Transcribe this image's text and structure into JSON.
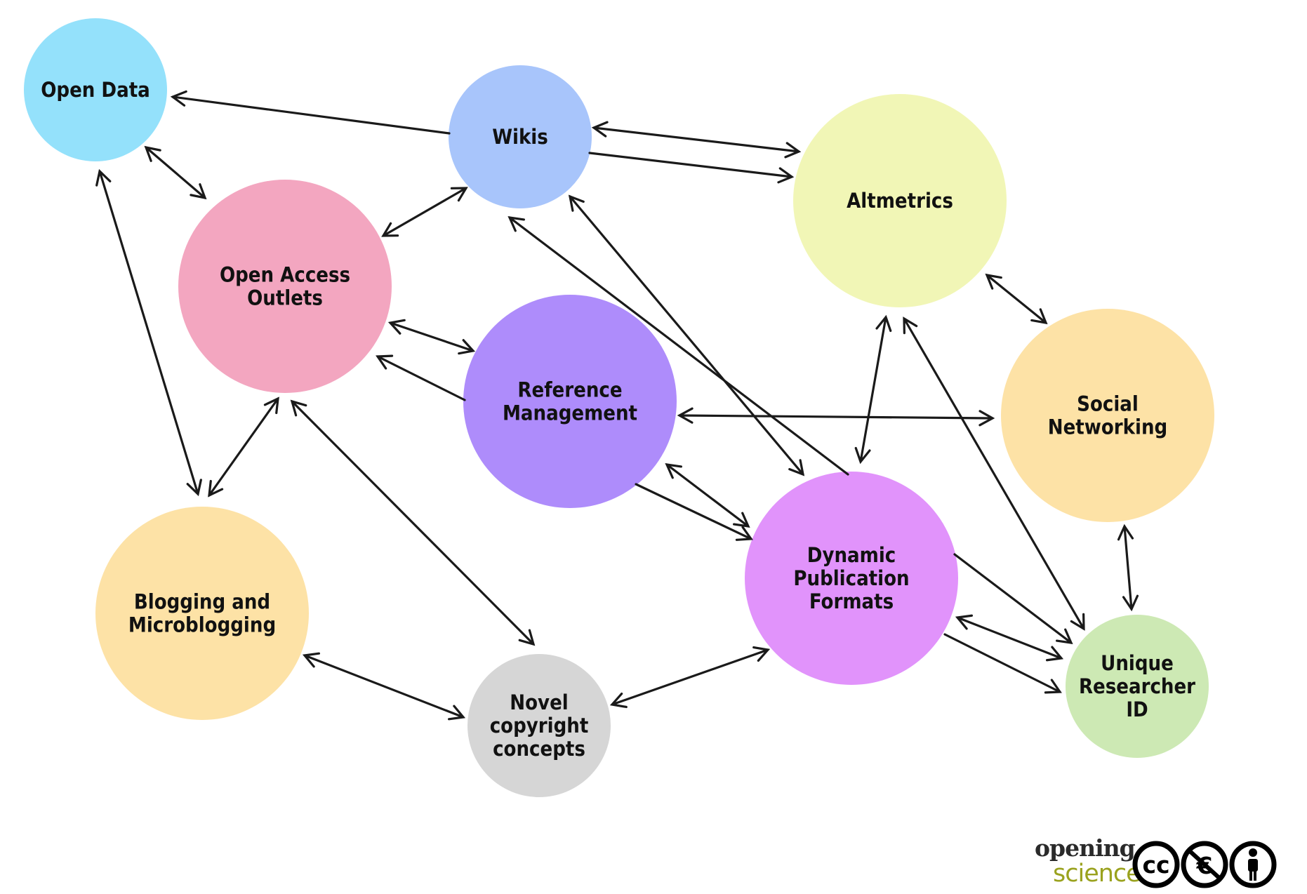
{
  "nodes": [
    {
      "id": "open-data",
      "lines": [
        "Open Data"
      ],
      "color": "#94e1fb"
    },
    {
      "id": "wikis",
      "lines": [
        "Wikis"
      ],
      "color": "#a8c5fb"
    },
    {
      "id": "altmetrics",
      "lines": [
        "Altmetrics"
      ],
      "color": "#f1f6b6"
    },
    {
      "id": "open-access-outlets",
      "lines": [
        "Open Access",
        "Outlets"
      ],
      "color": "#f3a6c0"
    },
    {
      "id": "reference-management",
      "lines": [
        "Reference",
        "Management"
      ],
      "color": "#ae8cfb"
    },
    {
      "id": "social-networking",
      "lines": [
        "Social",
        "Networking"
      ],
      "color": "#fde2a6"
    },
    {
      "id": "blogging-and-microblogging",
      "lines": [
        "Blogging and",
        "Microblogging"
      ],
      "color": "#fde2a6"
    },
    {
      "id": "novel-copyright-concepts",
      "lines": [
        "Novel",
        "copyright",
        "concepts"
      ],
      "color": "#d6d6d6"
    },
    {
      "id": "dynamic-publication-formats",
      "lines": [
        "Dynamic",
        "Publication",
        "Formats"
      ],
      "color": "#e193fb"
    },
    {
      "id": "unique-researcher-id",
      "lines": [
        "Unique",
        "Researcher",
        "ID"
      ],
      "color": "#cde9b4"
    }
  ],
  "edges": [
    {
      "from": "wikis",
      "to": "open-data",
      "direction": "forward"
    },
    {
      "from": "open-data",
      "to": "open-access-outlets",
      "direction": "both"
    },
    {
      "from": "open-data",
      "to": "blogging-and-microblogging",
      "direction": "both"
    },
    {
      "from": "open-access-outlets",
      "to": "wikis",
      "direction": "both"
    },
    {
      "from": "wikis",
      "to": "altmetrics",
      "direction": "both"
    },
    {
      "from": "wikis",
      "to": "altmetrics",
      "direction": "forward"
    },
    {
      "from": "dynamic-publication-formats",
      "to": "wikis",
      "direction": "forward"
    },
    {
      "from": "wikis",
      "to": "dynamic-publication-formats",
      "direction": "both"
    },
    {
      "from": "open-access-outlets",
      "to": "reference-management",
      "direction": "both"
    },
    {
      "from": "reference-management",
      "to": "open-access-outlets",
      "direction": "forward"
    },
    {
      "from": "open-access-outlets",
      "to": "blogging-and-microblogging",
      "direction": "both"
    },
    {
      "from": "open-access-outlets",
      "to": "novel-copyright-concepts",
      "direction": "both"
    },
    {
      "from": "reference-management",
      "to": "social-networking",
      "direction": "both"
    },
    {
      "from": "reference-management",
      "to": "dynamic-publication-formats",
      "direction": "both"
    },
    {
      "from": "reference-management",
      "to": "dynamic-publication-formats",
      "direction": "forward"
    },
    {
      "from": "altmetrics",
      "to": "social-networking",
      "direction": "both"
    },
    {
      "from": "altmetrics",
      "to": "dynamic-publication-formats",
      "direction": "both"
    },
    {
      "from": "altmetrics",
      "to": "unique-researcher-id",
      "direction": "both"
    },
    {
      "from": "social-networking",
      "to": "unique-researcher-id",
      "direction": "both"
    },
    {
      "from": "blogging-and-microblogging",
      "to": "novel-copyright-concepts",
      "direction": "both"
    },
    {
      "from": "novel-copyright-concepts",
      "to": "dynamic-publication-formats",
      "direction": "both"
    },
    {
      "from": "dynamic-publication-formats",
      "to": "unique-researcher-id",
      "direction": "both"
    },
    {
      "from": "dynamic-publication-formats",
      "to": "unique-researcher-id",
      "direction": "forward"
    },
    {
      "from": "dynamic-publication-formats",
      "to": "unique-researcher-id",
      "direction": "forward"
    }
  ],
  "branding": {
    "top": "opening",
    "bottom": "science"
  },
  "license_icons": [
    {
      "name": "cc-icon",
      "text": "cc"
    },
    {
      "name": "noncommercial-euro-icon",
      "text": "€"
    },
    {
      "name": "attribution-person-icon",
      "text": ""
    }
  ]
}
